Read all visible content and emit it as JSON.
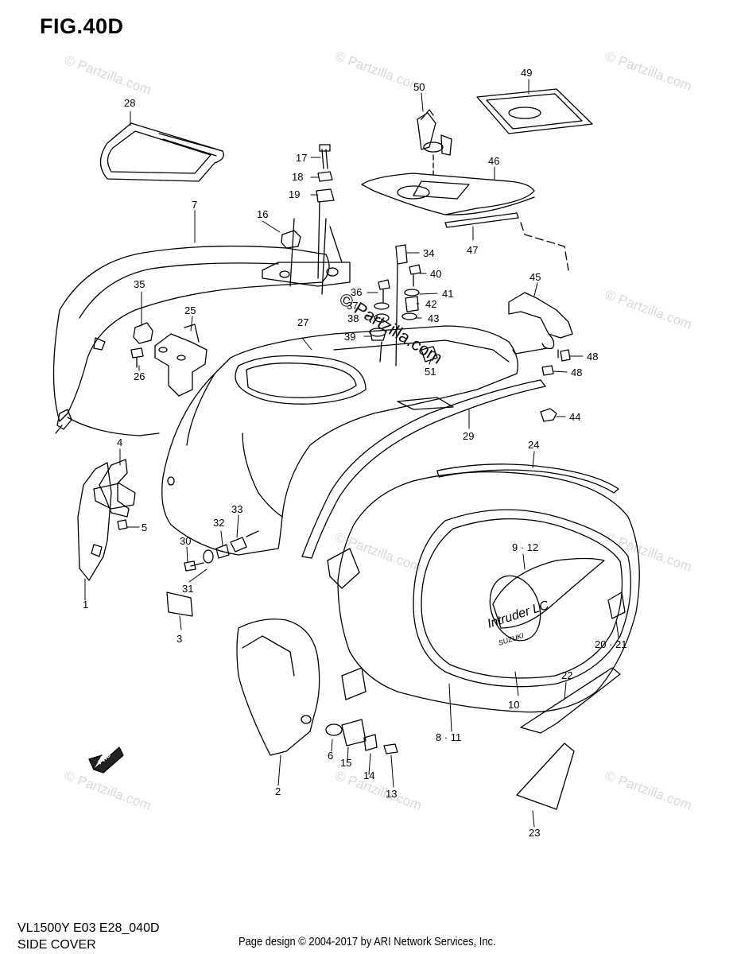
{
  "figure": {
    "title": "FIG.40D",
    "model_code": "VL1500Y E03 E28_040D",
    "section_name": "SIDE COVER",
    "credit": "Page design © 2004-2017 by ARI Network Services, Inc.",
    "watermark": "© Partzilla.com",
    "center_watermark": "© Partzilla.com",
    "front_arrow_label": "FWD",
    "emblem_text": "Intruder LC",
    "emblem_brand": "SUZUKI"
  },
  "callouts": [
    {
      "id": "c1",
      "label": "1"
    },
    {
      "id": "c2",
      "label": "2"
    },
    {
      "id": "c3",
      "label": "3"
    },
    {
      "id": "c4",
      "label": "4"
    },
    {
      "id": "c5",
      "label": "5"
    },
    {
      "id": "c6",
      "label": "6"
    },
    {
      "id": "c7",
      "label": "7"
    },
    {
      "id": "c8_11",
      "label": "8 · 11"
    },
    {
      "id": "c9_12",
      "label": "9 · 12"
    },
    {
      "id": "c10",
      "label": "10"
    },
    {
      "id": "c13",
      "label": "13"
    },
    {
      "id": "c14",
      "label": "14"
    },
    {
      "id": "c15",
      "label": "15"
    },
    {
      "id": "c16",
      "label": "16"
    },
    {
      "id": "c17",
      "label": "17"
    },
    {
      "id": "c18",
      "label": "18"
    },
    {
      "id": "c19",
      "label": "19"
    },
    {
      "id": "c20_21",
      "label": "20 · 21"
    },
    {
      "id": "c22",
      "label": "22"
    },
    {
      "id": "c23",
      "label": "23"
    },
    {
      "id": "c24",
      "label": "24"
    },
    {
      "id": "c25",
      "label": "25"
    },
    {
      "id": "c26",
      "label": "26"
    },
    {
      "id": "c27",
      "label": "27"
    },
    {
      "id": "c28",
      "label": "28"
    },
    {
      "id": "c29",
      "label": "29"
    },
    {
      "id": "c30",
      "label": "30"
    },
    {
      "id": "c31",
      "label": "31"
    },
    {
      "id": "c32",
      "label": "32"
    },
    {
      "id": "c33",
      "label": "33"
    },
    {
      "id": "c34",
      "label": "34"
    },
    {
      "id": "c35",
      "label": "35"
    },
    {
      "id": "c36",
      "label": "36"
    },
    {
      "id": "c37",
      "label": "37"
    },
    {
      "id": "c38",
      "label": "38"
    },
    {
      "id": "c39",
      "label": "39"
    },
    {
      "id": "c40",
      "label": "40"
    },
    {
      "id": "c41",
      "label": "41"
    },
    {
      "id": "c42",
      "label": "42"
    },
    {
      "id": "c43",
      "label": "43"
    },
    {
      "id": "c44",
      "label": "44"
    },
    {
      "id": "c45",
      "label": "45"
    },
    {
      "id": "c46",
      "label": "46"
    },
    {
      "id": "c47",
      "label": "47"
    },
    {
      "id": "c48a",
      "label": "48"
    },
    {
      "id": "c48b",
      "label": "48"
    },
    {
      "id": "c49",
      "label": "49"
    },
    {
      "id": "c50",
      "label": "50"
    },
    {
      "id": "c51",
      "label": "51"
    }
  ]
}
